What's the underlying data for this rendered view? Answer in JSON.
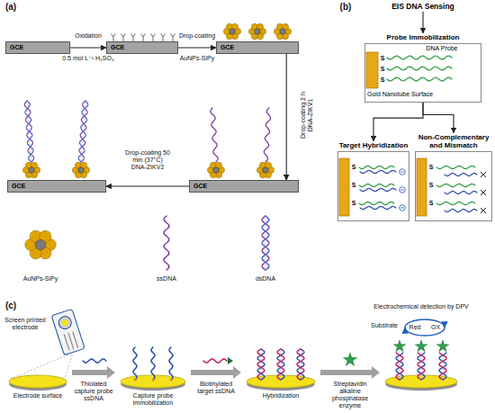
{
  "diagram": {
    "nodes": [
      {
        "text": [
          "GCE"
        ]
      },
      {
        "text": [
          "GCE"
        ]
      },
      {
        "text": [
          "GCE"
        ]
      },
      {
        "text": [
          "GCE"
        ]
      },
      {
        "text": [
          "GCE"
        ]
      },
      {
        "text": [
          "EIS DNA Sensing"
        ]
      },
      {
        "text": [
          "Probe Immobilization",
          "DNA Probe",
          "S",
          "S",
          "S",
          "Gold Nanotube Surface"
        ]
      },
      {
        "text": [
          "Target Hybridization",
          "S",
          "S",
          "S"
        ]
      },
      {
        "text": [
          "Non-Complementary and Mismatch",
          "S",
          "S",
          "S"
        ]
      }
    ],
    "edges": [
      {
        "from": 0,
        "to": 1,
        "arrow": "to"
      },
      {
        "from": 1,
        "to": 2,
        "arrow": "to"
      },
      {
        "from": 2,
        "to": 4,
        "arrow": "to"
      },
      {
        "from": 4,
        "to": 3,
        "arrow": "to"
      },
      {
        "from": 5,
        "to": 6,
        "arrow": "to"
      },
      {
        "from": 6,
        "to": 7,
        "arrow": "to"
      },
      {
        "from": 6,
        "to": 8,
        "arrow": "to"
      }
    ],
    "labels": [
      "(a)",
      "Oxidation",
      "0.5 mol L⁻¹ H₂SO₄",
      "Drop-coating",
      "AuNPs-SiPy",
      "Drop-coating 2 h DNA-ZIKV1",
      "Drop-coating 50 min (37°C) DNA-ZIKV2",
      "AuNPs-SiPy",
      "ssDNA",
      "dsDNA",
      "(b)",
      "(c)",
      "Electrochemical detection by DPV",
      "Substrate",
      "Red",
      "OX",
      "Screen printed electrode",
      "Electrode surface",
      "Thiolated capture probe ssDNA",
      "Capture probe immobilization",
      "Biotinylated target ssDNA",
      "Hybridization",
      "Streptavidin alkaline phosphatase enzyme"
    ]
  }
}
